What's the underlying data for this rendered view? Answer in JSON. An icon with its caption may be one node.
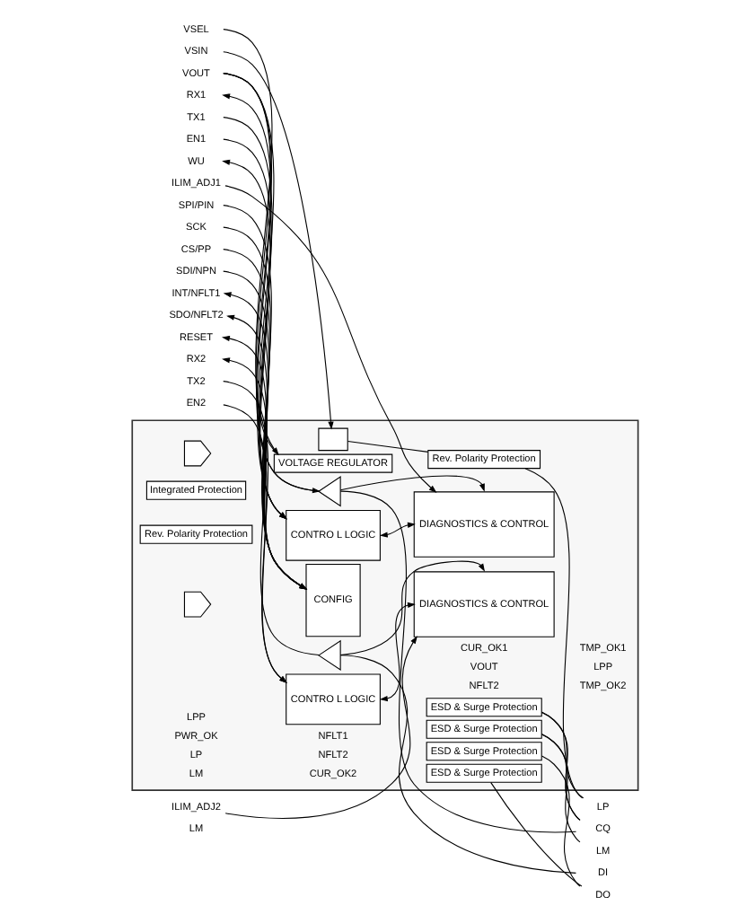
{
  "diagram": {
    "nodes": [
      {
        "text": [],
        "shape": "box"
      },
      {
        "text": [
          "VOLTAGE REGULATOR"
        ],
        "in": 0
      },
      {
        "text": [],
        "shape": "box",
        "in": 0
      },
      {
        "text": [
          "Rev. Polarity Protection"
        ],
        "in": 0
      },
      {
        "text": [],
        "shape": "triangle",
        "in": 0
      },
      {
        "text": [
          "CONTRO L LOGIC"
        ],
        "in": 0
      },
      {
        "text": [
          "DIAGNOSTICS & CONTROL"
        ],
        "in": 0
      },
      {
        "text": [
          "ESD & Surge Protection"
        ],
        "in": 0
      },
      {
        "text": [
          "ESD & Surge Protection"
        ],
        "in": 0
      },
      {
        "text": [],
        "shape": "gate",
        "in": 0
      },
      {
        "text": [
          "CONFIG"
        ],
        "in": 0
      },
      {
        "text": [
          "Integrated Protection"
        ],
        "in": 0
      },
      {
        "text": [],
        "shape": "triangle",
        "in": 0
      },
      {
        "text": [
          "CONTRO L LOGIC"
        ],
        "in": 0
      },
      {
        "text": [
          "DIAGNOSTICS & CONTROL"
        ],
        "in": 0
      },
      {
        "text": [
          "Rev. Polarity Protection"
        ],
        "in": 0
      },
      {
        "text": [
          "ESD & Surge Protection"
        ],
        "in": 0
      },
      {
        "text": [
          "ESD & Surge Protection"
        ],
        "in": 0
      },
      {
        "text": [],
        "shape": "gate",
        "in": 0
      },
      {
        "text": [
          "VSEL"
        ]
      },
      {
        "text": [
          "VSIN"
        ]
      },
      {
        "text": [
          "VOUT"
        ]
      },
      {
        "text": [
          "LP"
        ]
      },
      {
        "text": [
          "RX1"
        ]
      },
      {
        "text": [
          "TX1"
        ]
      },
      {
        "text": [
          "EN1"
        ]
      },
      {
        "text": [
          "WU"
        ]
      },
      {
        "text": [
          "ILIM_ADJ1"
        ]
      },
      {
        "text": [
          "CQ"
        ]
      },
      {
        "text": [
          "LM"
        ]
      },
      {
        "text": [
          "SPI/PIN"
        ]
      },
      {
        "text": [
          "SCK"
        ]
      },
      {
        "text": [
          "CS/PP"
        ]
      },
      {
        "text": [
          "SDI/NPN"
        ]
      },
      {
        "text": [
          "INT/NFLT1"
        ]
      },
      {
        "text": [
          "SDO/NFLT2"
        ]
      },
      {
        "text": [
          "RESET"
        ]
      },
      {
        "text": [
          "RX2"
        ]
      },
      {
        "text": [
          "DI"
        ]
      },
      {
        "text": [
          "TX2"
        ]
      },
      {
        "text": [
          "EN2"
        ]
      },
      {
        "text": [
          "DO"
        ]
      },
      {
        "text": [
          "ILIM_ADJ2"
        ]
      },
      {
        "text": [
          "LM"
        ]
      }
    ],
    "edges": [
      {
        "from": 19,
        "to": 1,
        "arrow": "to"
      },
      {
        "from": 20,
        "to": 2,
        "arrow": "to"
      },
      {
        "from": 21,
        "to": 1,
        "arrow": "none"
      },
      {
        "from": 2,
        "to": 3,
        "arrow": "none"
      },
      {
        "from": 3,
        "to": 22,
        "arrow": "none"
      },
      {
        "from": 22,
        "to": 7,
        "arrow": "none"
      },
      {
        "from": 7,
        "to": 28,
        "arrow": "none"
      },
      {
        "from": 8,
        "to": 28,
        "arrow": "none"
      },
      {
        "from": 8,
        "to": 29,
        "arrow": "none"
      },
      {
        "from": 21,
        "to": 4,
        "arrow": "to"
      },
      {
        "from": 21,
        "to": 5,
        "arrow": "to"
      },
      {
        "from": 4,
        "to": 23,
        "arrow": "to"
      },
      {
        "from": 4,
        "to": 6,
        "arrow": "to"
      },
      {
        "from": 28,
        "to": 4,
        "arrow": "none"
      },
      {
        "from": 24,
        "to": 5,
        "arrow": "to"
      },
      {
        "from": 25,
        "to": 5,
        "arrow": "to"
      },
      {
        "from": 5,
        "to": 26,
        "arrow": "to"
      },
      {
        "from": 27,
        "to": 6,
        "arrow": "to"
      },
      {
        "from": 5,
        "to": 6,
        "arrow": "both"
      },
      {
        "from": 30,
        "to": 10,
        "arrow": "to"
      },
      {
        "from": 31,
        "to": 10,
        "arrow": "to"
      },
      {
        "from": 32,
        "to": 10,
        "arrow": "to"
      },
      {
        "from": 33,
        "to": 10,
        "arrow": "to"
      },
      {
        "from": 10,
        "to": 34,
        "arrow": "to"
      },
      {
        "from": 10,
        "to": 35,
        "arrow": "to"
      },
      {
        "from": 10,
        "to": 36,
        "arrow": "to"
      },
      {
        "from": 12,
        "to": 37,
        "arrow": "to"
      },
      {
        "from": 38,
        "to": 12,
        "arrow": "none"
      },
      {
        "from": 12,
        "to": 14,
        "arrow": "to"
      },
      {
        "from": 39,
        "to": 13,
        "arrow": "to"
      },
      {
        "from": 40,
        "to": 13,
        "arrow": "to"
      },
      {
        "from": 42,
        "to": 14,
        "arrow": "to"
      },
      {
        "from": 13,
        "to": 14,
        "arrow": "both"
      },
      {
        "from": 16,
        "to": 41,
        "arrow": "none"
      },
      {
        "from": 17,
        "to": 41,
        "arrow": "none"
      }
    ],
    "labels": [
      "LPP",
      "NFLT1",
      "CUR_OK1",
      "TMP_OK1",
      "PWR_OK",
      "NFLT2",
      "VOUT",
      "LPP",
      "LP",
      "CUR_OK2",
      "NFLT2",
      "TMP_OK2",
      "LM"
    ]
  }
}
